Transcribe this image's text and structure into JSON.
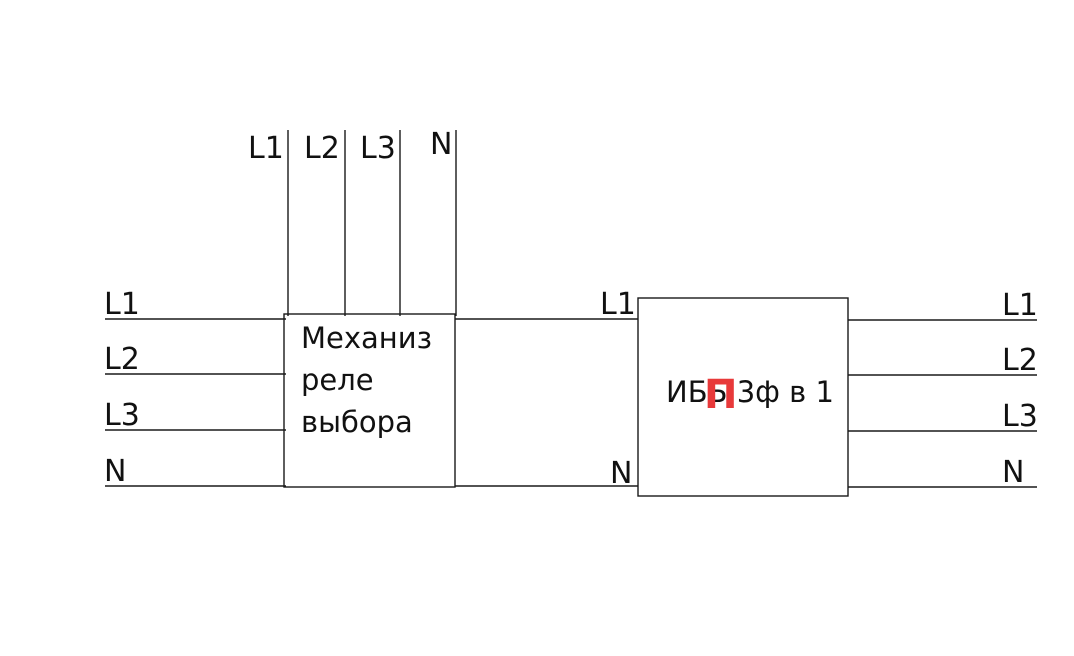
{
  "diagram": {
    "top_inputs": [
      "L1",
      "L2",
      "L3",
      "N"
    ],
    "left_inputs": [
      "L1",
      "L2",
      "L3",
      "N"
    ],
    "relay_block": {
      "lines": [
        "Механиз",
        "реле",
        "выбора"
      ]
    },
    "ups_block": {
      "text": "ИББ 3ф в 1",
      "input_labels": [
        "L1",
        "N"
      ],
      "correction_mark": "П"
    },
    "right_outputs": [
      "L1",
      "L2",
      "L3",
      "N"
    ]
  }
}
